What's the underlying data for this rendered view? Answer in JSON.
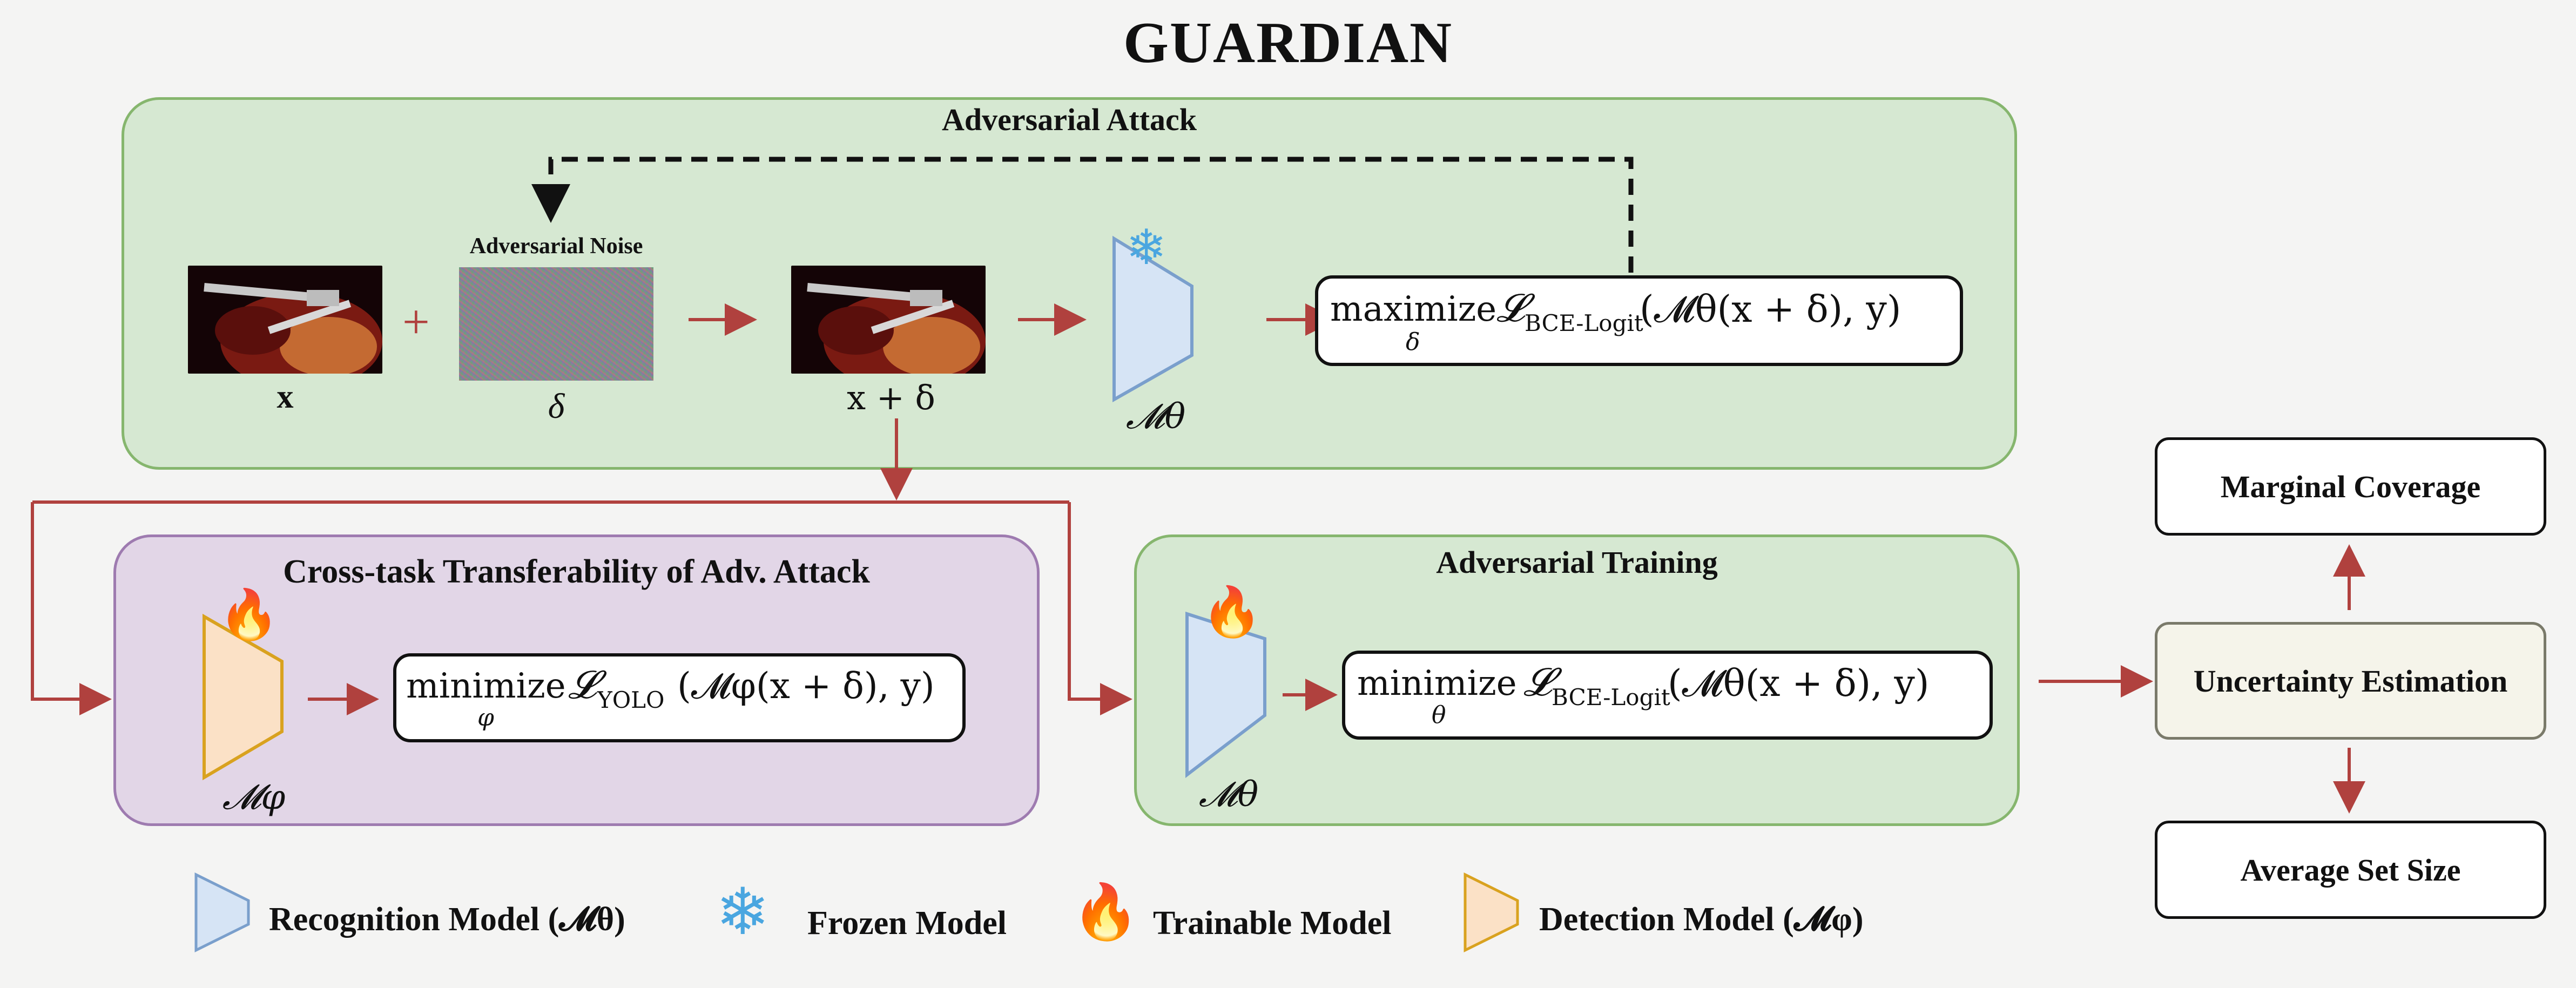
{
  "title": "GUARDIAN",
  "attack": {
    "title": "Adversarial Attack",
    "noise_label": "Adversarial Noise",
    "x_label": "x",
    "plus": "+",
    "delta_label": "δ",
    "xd_label": "x + δ",
    "model_label": "𝓜θ",
    "eq_op": "maximize",
    "eq_sub": "δ",
    "eq_loss": "𝓛",
    "eq_loss_sub": "BCE-Logit",
    "eq_args": "(𝓜θ(x + δ), y)"
  },
  "transfer": {
    "title": "Cross-task Transferability of Adv. Attack",
    "model_label": "𝓜φ",
    "eq_op": "minimize",
    "eq_sub": "φ",
    "eq_loss": "𝓛",
    "eq_loss_sub": "YOLO",
    "eq_args": "(𝓜φ(x + δ), y)"
  },
  "training": {
    "title": "Adversarial Training",
    "model_label": "𝓜θ",
    "eq_op": "minimize",
    "eq_sub": "θ",
    "eq_loss": "𝓛",
    "eq_loss_sub": "BCE-Logit",
    "eq_args": "(𝓜θ(x + δ), y)"
  },
  "right": {
    "coverage": "Marginal Coverage",
    "uncertainty": "Uncertainty Estimation",
    "setsize": "Average Set Size"
  },
  "legend": {
    "recognition": "Recognition Model (𝓜θ)",
    "frozen": "Frozen Model",
    "trainable": "Trainable Model",
    "detection": "Detection Model (𝓜φ)"
  },
  "colors": {
    "arrow": "#b0413e",
    "green_panel": "#d6e8d2",
    "purple_panel": "#e2d6e7",
    "recognition_fill": "#d6e4f5",
    "detection_fill": "#fbe1c6",
    "snowflake": "#4aa6e0",
    "flame": "#e8502a"
  },
  "icons": [
    "snowflake-icon",
    "flame-icon",
    "trapezoid-model-icon",
    "surgical-image"
  ]
}
